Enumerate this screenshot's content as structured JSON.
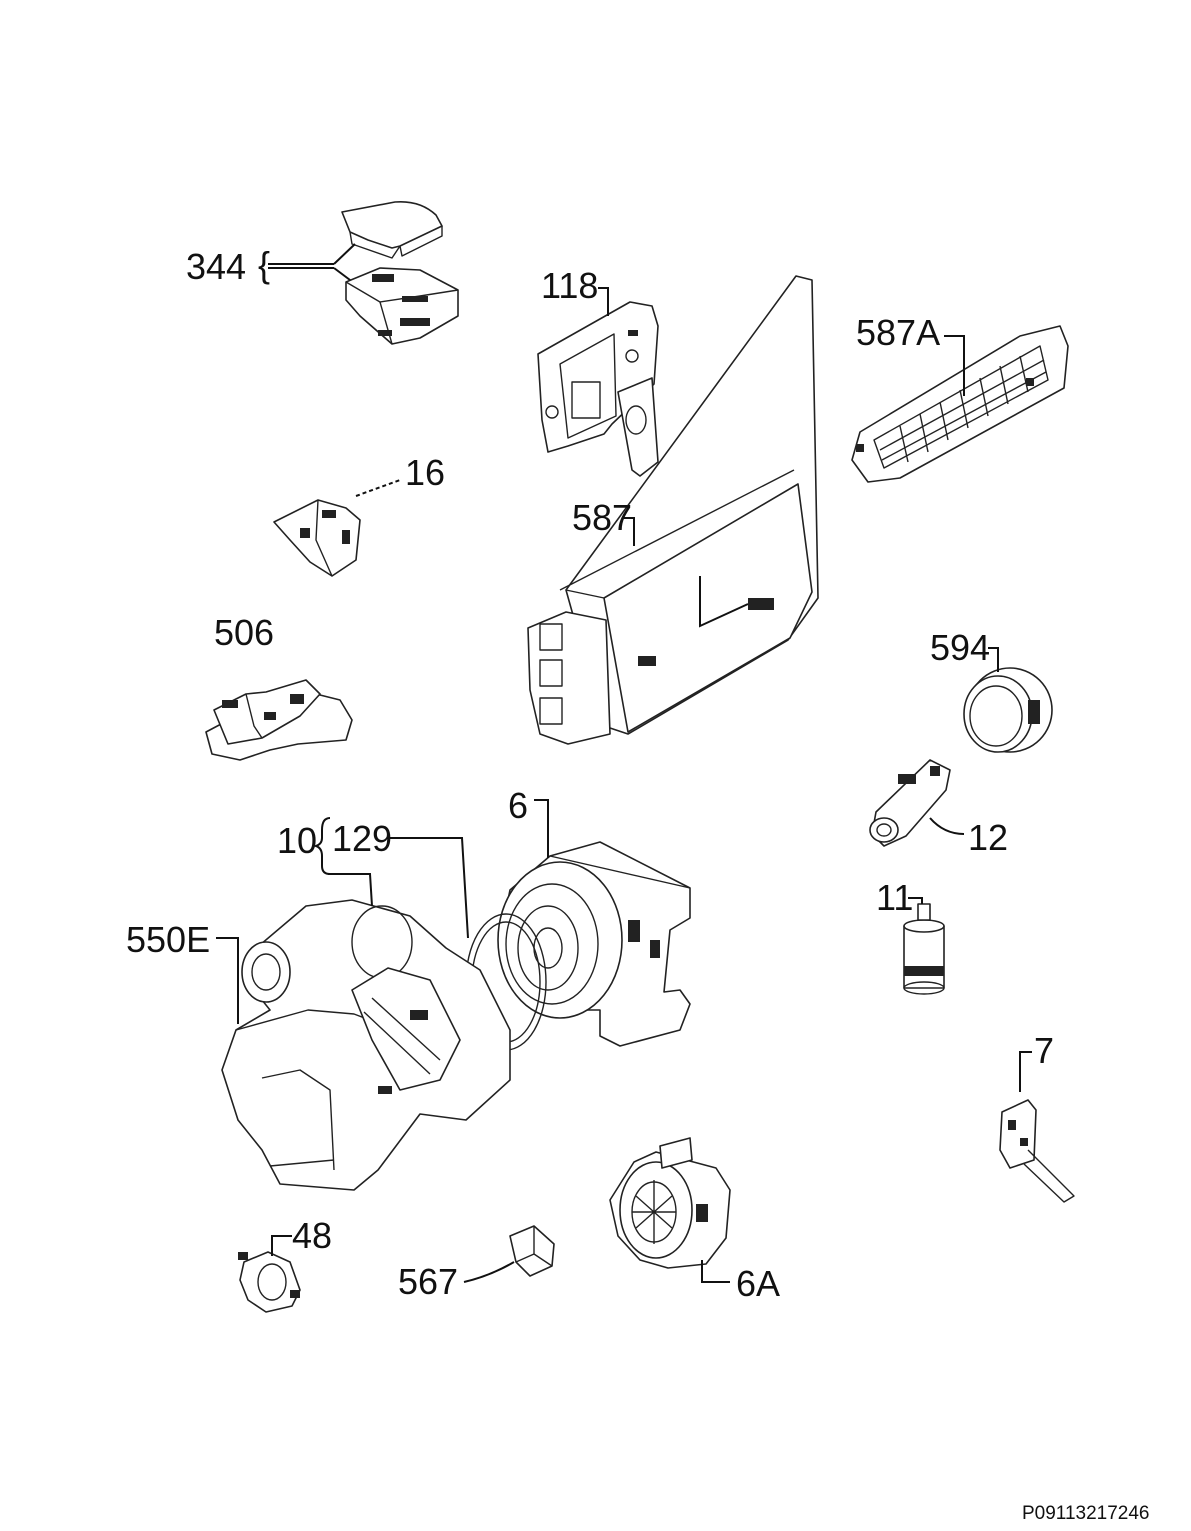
{
  "labels": {
    "p344": "344",
    "p118": "118",
    "p587A": "587A",
    "p16": "16",
    "p587": "587",
    "p506": "506",
    "p594": "594",
    "p12": "12",
    "p10": "10",
    "p129": "129",
    "p6": "6",
    "p11": "11",
    "p550E": "550E",
    "p7": "7",
    "p48": "48",
    "p567": "567",
    "p6A": "6A"
  },
  "document_id": "P09113217246"
}
